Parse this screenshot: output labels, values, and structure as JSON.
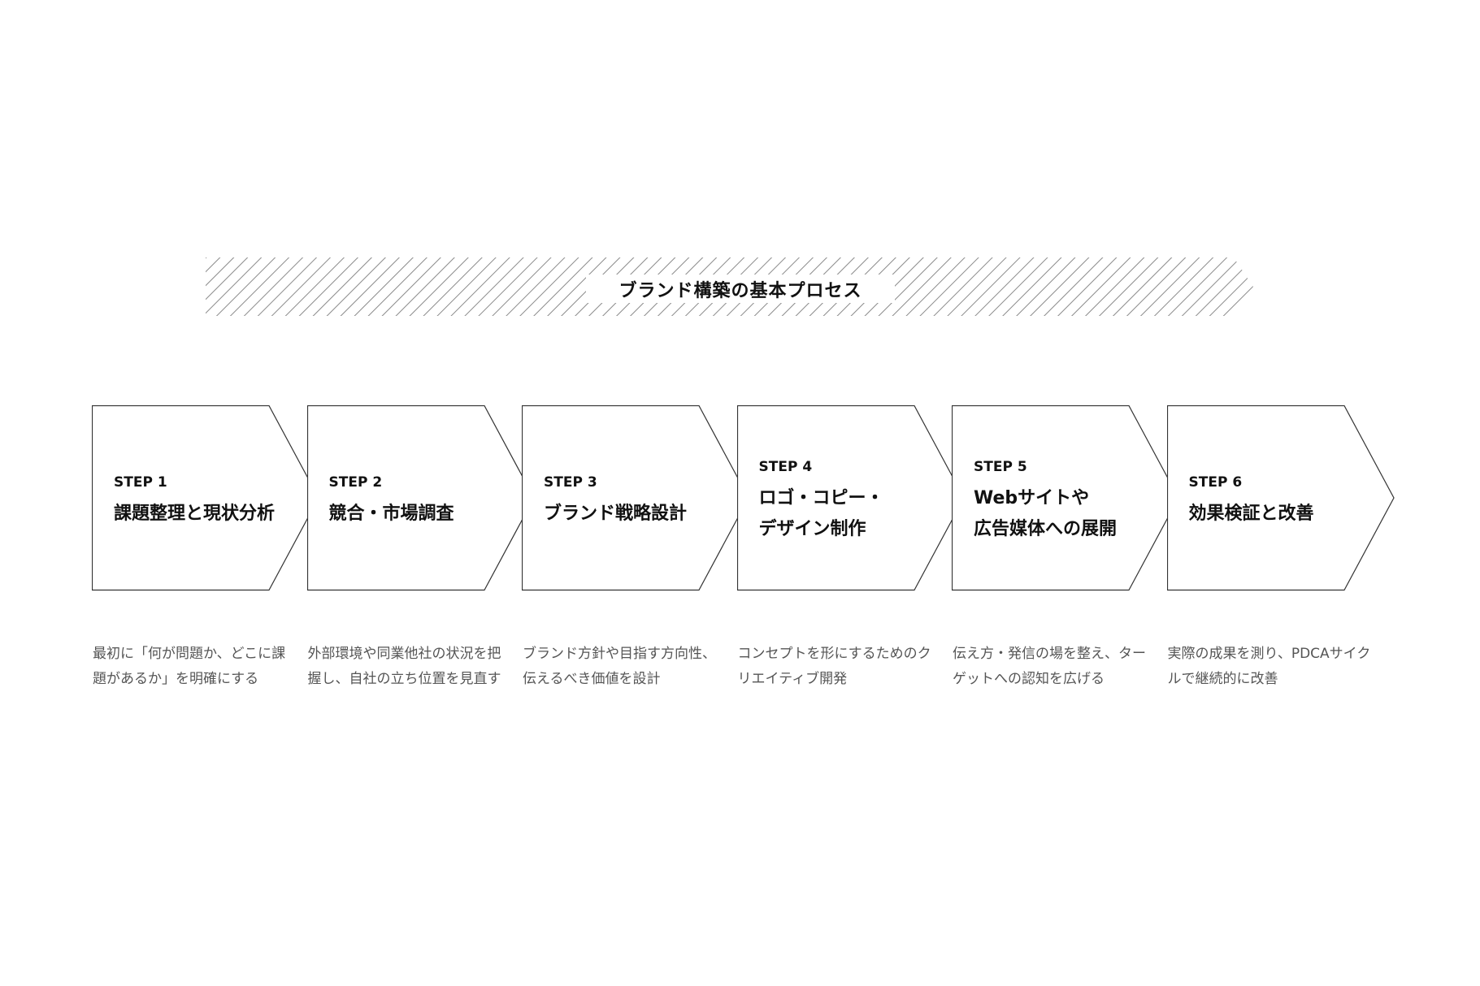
{
  "title": "ブランド構築の基本プロセス",
  "colors": {
    "stroke": "#333333",
    "hatch": "#8a8a8a",
    "desc_text": "#555555"
  },
  "steps": [
    {
      "label": "STEP 1",
      "title": "課題整理と現状分析",
      "description": "最初に「何が問題か、どこに課題があるか」を明確にする"
    },
    {
      "label": "STEP 2",
      "title": "競合・市場調査",
      "description": "外部環境や同業他社の状況を把握し、自社の立ち位置を見直す"
    },
    {
      "label": "STEP 3",
      "title": "ブランド戦略設計",
      "description": "ブランド方針や目指す方向性、伝えるべき価値を設計"
    },
    {
      "label": "STEP 4",
      "title": "ロゴ・コピー・\nデザイン制作",
      "description": "コンセプトを形にするためのクリエイティブ開発"
    },
    {
      "label": "STEP 5",
      "title": "Webサイトや\n広告媒体への展開",
      "description": "伝え方・発信の場を整え、ターゲットへの認知を広げる"
    },
    {
      "label": "STEP 6",
      "title": "効果検証と改善",
      "description": "実際の成果を測り、PDCAサイクルで継続的に改善"
    }
  ]
}
